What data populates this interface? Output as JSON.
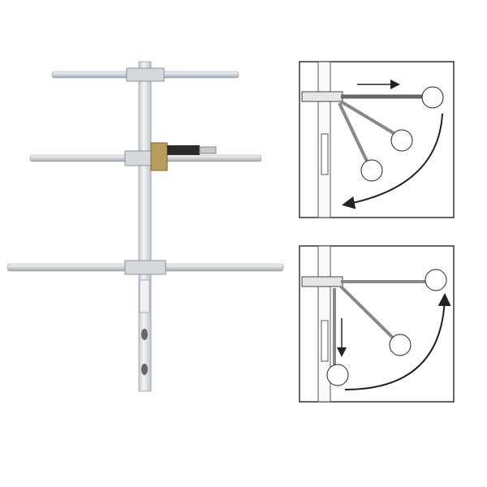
{
  "colors": {
    "background": "#ffffff",
    "aluminum": "#d8dcdf",
    "aluminum_edge": "#9aa0a5",
    "panel_border": "#333333",
    "bracket": "#c9ccd0",
    "connector": "#2a2a2a",
    "brass": "#b89c5a"
  },
  "panels": [
    {
      "motion": "push-element-down",
      "arrow": "horizontal-right"
    },
    {
      "motion": "fold-element-up",
      "arrow": "vertical-down"
    }
  ]
}
